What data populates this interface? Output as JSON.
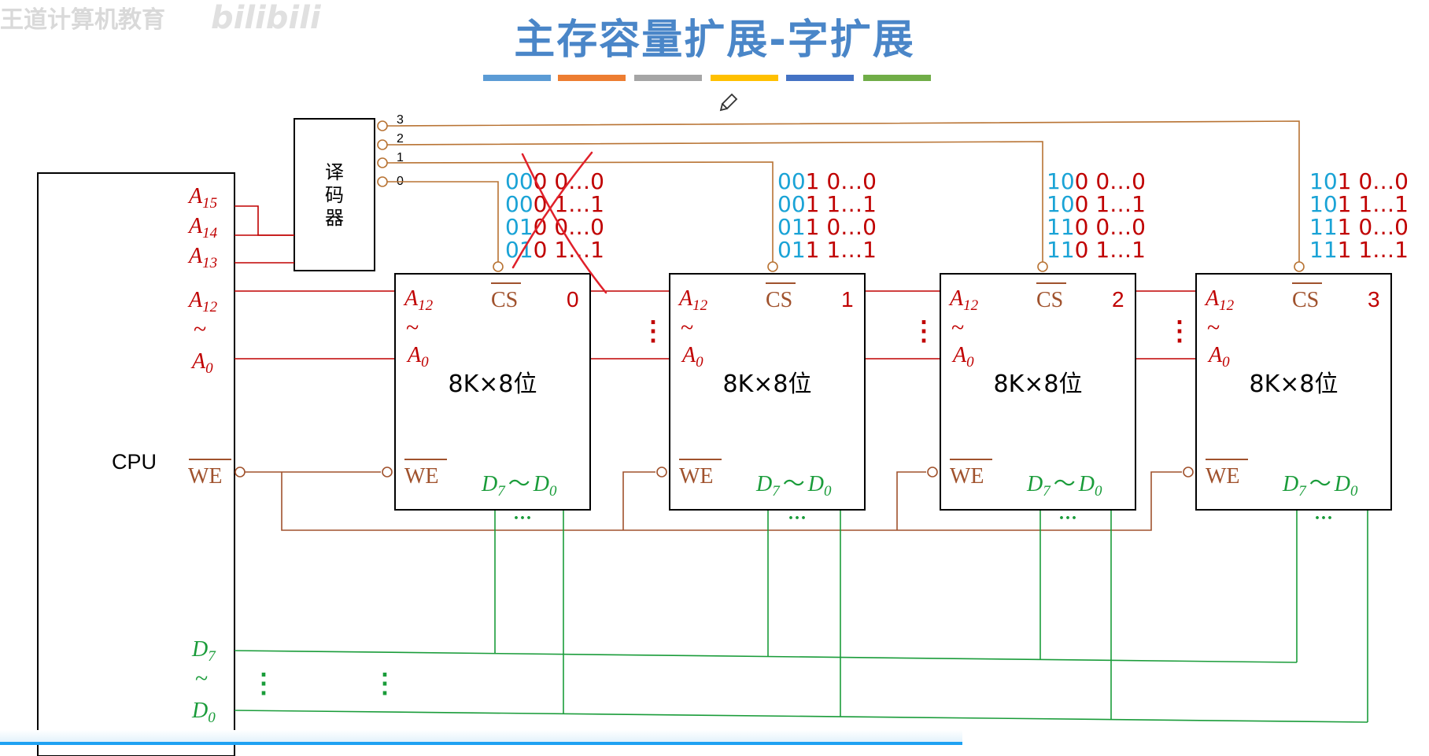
{
  "watermark": {
    "text": "王道计算机教育",
    "logo": "bilibili"
  },
  "title": "主存容量扩展-字扩展",
  "title_bar_colors": [
    "#5b9bd5",
    "#ed7d31",
    "#a5a5a5",
    "#ffc000",
    "#4472c4",
    "#70ad47"
  ],
  "colors": {
    "address": "#c00000",
    "we": "#a0522d",
    "data": "#1a9c3a",
    "blue_bits": "#1aa3d6",
    "cs_line": "#b87333"
  },
  "cpu": {
    "label": "CPU",
    "a15_base": "A",
    "a15_sub": "15",
    "a14_base": "A",
    "a14_sub": "14",
    "a13_base": "A",
    "a13_sub": "13",
    "a12_base": "A",
    "a12_sub": "12",
    "a0_base": "A",
    "a0_sub": "0",
    "tilde": "~",
    "we": "WE",
    "d7_base": "D",
    "d7_sub": "7",
    "d0_base": "D",
    "d0_sub": "0"
  },
  "decoder": {
    "label": "译码器",
    "outputs": [
      "3",
      "2",
      "1",
      "0"
    ]
  },
  "chips": [
    {
      "number": "0",
      "cs": "CS",
      "a12_base": "A",
      "a12_sub": "12",
      "a0_base": "A",
      "a0_sub": "0",
      "tilde": "~",
      "size": "8K×8位",
      "we": "WE",
      "d7_base": "D",
      "d7_sub": "7",
      "d_tilde": "～",
      "d0_base": "D",
      "d0_sub": "0",
      "bus_dots": "···",
      "address_codes": [
        {
          "blue": "00",
          "red": "0 0…0"
        },
        {
          "blue": "00",
          "red": "0 1…1"
        },
        {
          "blue": "01",
          "red": "0 0…0"
        },
        {
          "blue": "01",
          "red": "0 1…1"
        }
      ]
    },
    {
      "number": "1",
      "cs": "CS",
      "a12_base": "A",
      "a12_sub": "12",
      "a0_base": "A",
      "a0_sub": "0",
      "tilde": "~",
      "size": "8K×8位",
      "we": "WE",
      "d7_base": "D",
      "d7_sub": "7",
      "d_tilde": "～",
      "d0_base": "D",
      "d0_sub": "0",
      "bus_dots": "···",
      "address_codes": [
        {
          "blue": "00",
          "red": "1 0…0"
        },
        {
          "blue": "00",
          "red": "1 1…1"
        },
        {
          "blue": "01",
          "red": "1 0…0"
        },
        {
          "blue": "01",
          "red": "1 1…1"
        }
      ]
    },
    {
      "number": "2",
      "cs": "CS",
      "a12_base": "A",
      "a12_sub": "12",
      "a0_base": "A",
      "a0_sub": "0",
      "tilde": "~",
      "size": "8K×8位",
      "we": "WE",
      "d7_base": "D",
      "d7_sub": "7",
      "d_tilde": "～",
      "d0_base": "D",
      "d0_sub": "0",
      "bus_dots": "···",
      "address_codes": [
        {
          "blue": "10",
          "red": "0 0…0"
        },
        {
          "blue": "10",
          "red": "0 1…1"
        },
        {
          "blue": "11",
          "red": "0 0…0"
        },
        {
          "blue": "11",
          "red": "0 1…1"
        }
      ]
    },
    {
      "number": "3",
      "cs": "CS",
      "a12_base": "A",
      "a12_sub": "12",
      "a0_base": "A",
      "a0_sub": "0",
      "tilde": "~",
      "size": "8K×8位",
      "we": "WE",
      "d7_base": "D",
      "d7_sub": "7",
      "d_tilde": "～",
      "d0_base": "D",
      "d0_sub": "0",
      "bus_dots": "···",
      "address_codes": [
        {
          "blue": "10",
          "red": "1 0…0"
        },
        {
          "blue": "10",
          "red": "1 1…1"
        },
        {
          "blue": "11",
          "red": "1 0…0"
        },
        {
          "blue": "11",
          "red": "1 1…1"
        }
      ]
    }
  ],
  "dots_vertical": "⋮"
}
